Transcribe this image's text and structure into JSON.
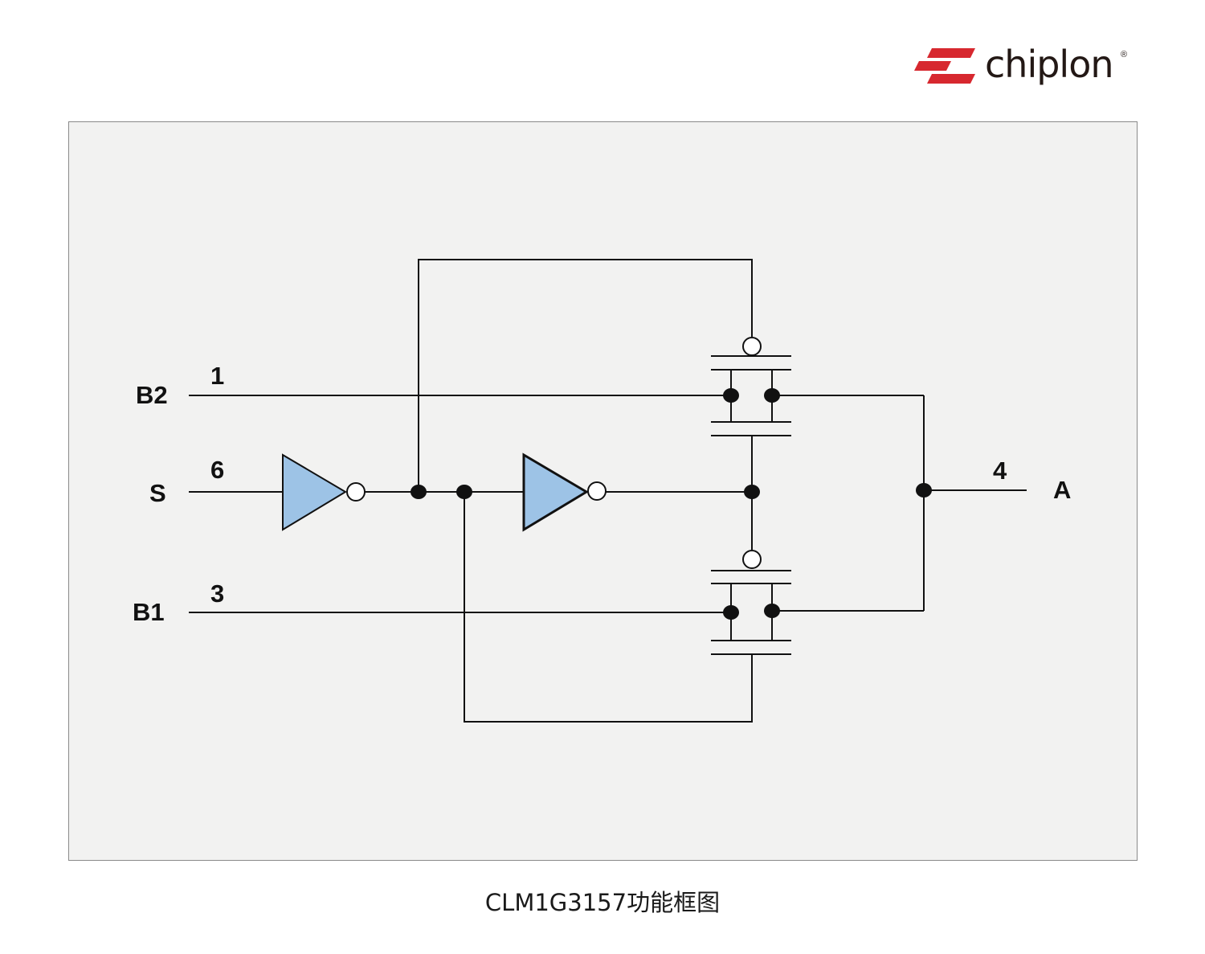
{
  "brand": {
    "name": "chiplon",
    "registered_mark": "®",
    "colors": {
      "mark": "#d7282f",
      "text": "#231815"
    }
  },
  "diagram": {
    "pins": {
      "b2": {
        "name": "B2",
        "number": "1"
      },
      "s": {
        "name": "S",
        "number": "6"
      },
      "b1": {
        "name": "B1",
        "number": "3"
      },
      "a": {
        "name": "A",
        "number": "4"
      }
    },
    "colors": {
      "buffer_fill": "#9dc3e6",
      "wire": "#111111",
      "panel_bg": "#f2f2f1"
    },
    "caption": "CLM1G3157功能框图"
  }
}
